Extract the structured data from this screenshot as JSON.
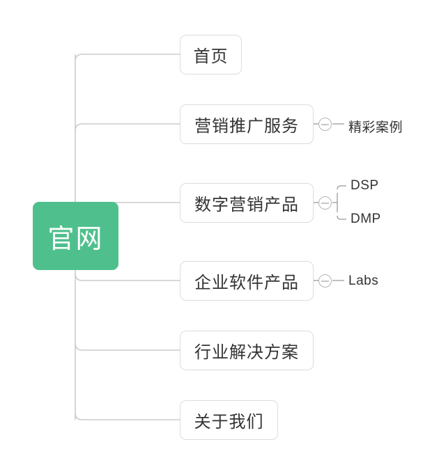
{
  "diagram": {
    "type": "mind-map",
    "title": "官网",
    "background_color": "#ffffff",
    "root_color": "#4fc08d",
    "line_color": "#cccccc",
    "text_color": "#333333",
    "root": {
      "label": "官网"
    },
    "branches": [
      {
        "label": "首页",
        "has_toggle": false,
        "toggle_icon": "",
        "children": []
      },
      {
        "label": "营销推广服务",
        "has_toggle": true,
        "toggle_icon": "minus-circle-icon",
        "children": [
          {
            "label": "精彩案例"
          }
        ]
      },
      {
        "label": "数字营销产品",
        "has_toggle": true,
        "toggle_icon": "minus-circle-icon",
        "children": [
          {
            "label": "DSP"
          },
          {
            "label": "DMP"
          }
        ]
      },
      {
        "label": "企业软件产品",
        "has_toggle": true,
        "toggle_icon": "minus-circle-icon",
        "children": [
          {
            "label": "Labs"
          }
        ]
      },
      {
        "label": "行业解决方案",
        "has_toggle": false,
        "toggle_icon": "",
        "children": []
      },
      {
        "label": "关于我们",
        "has_toggle": false,
        "toggle_icon": "",
        "children": []
      }
    ]
  }
}
